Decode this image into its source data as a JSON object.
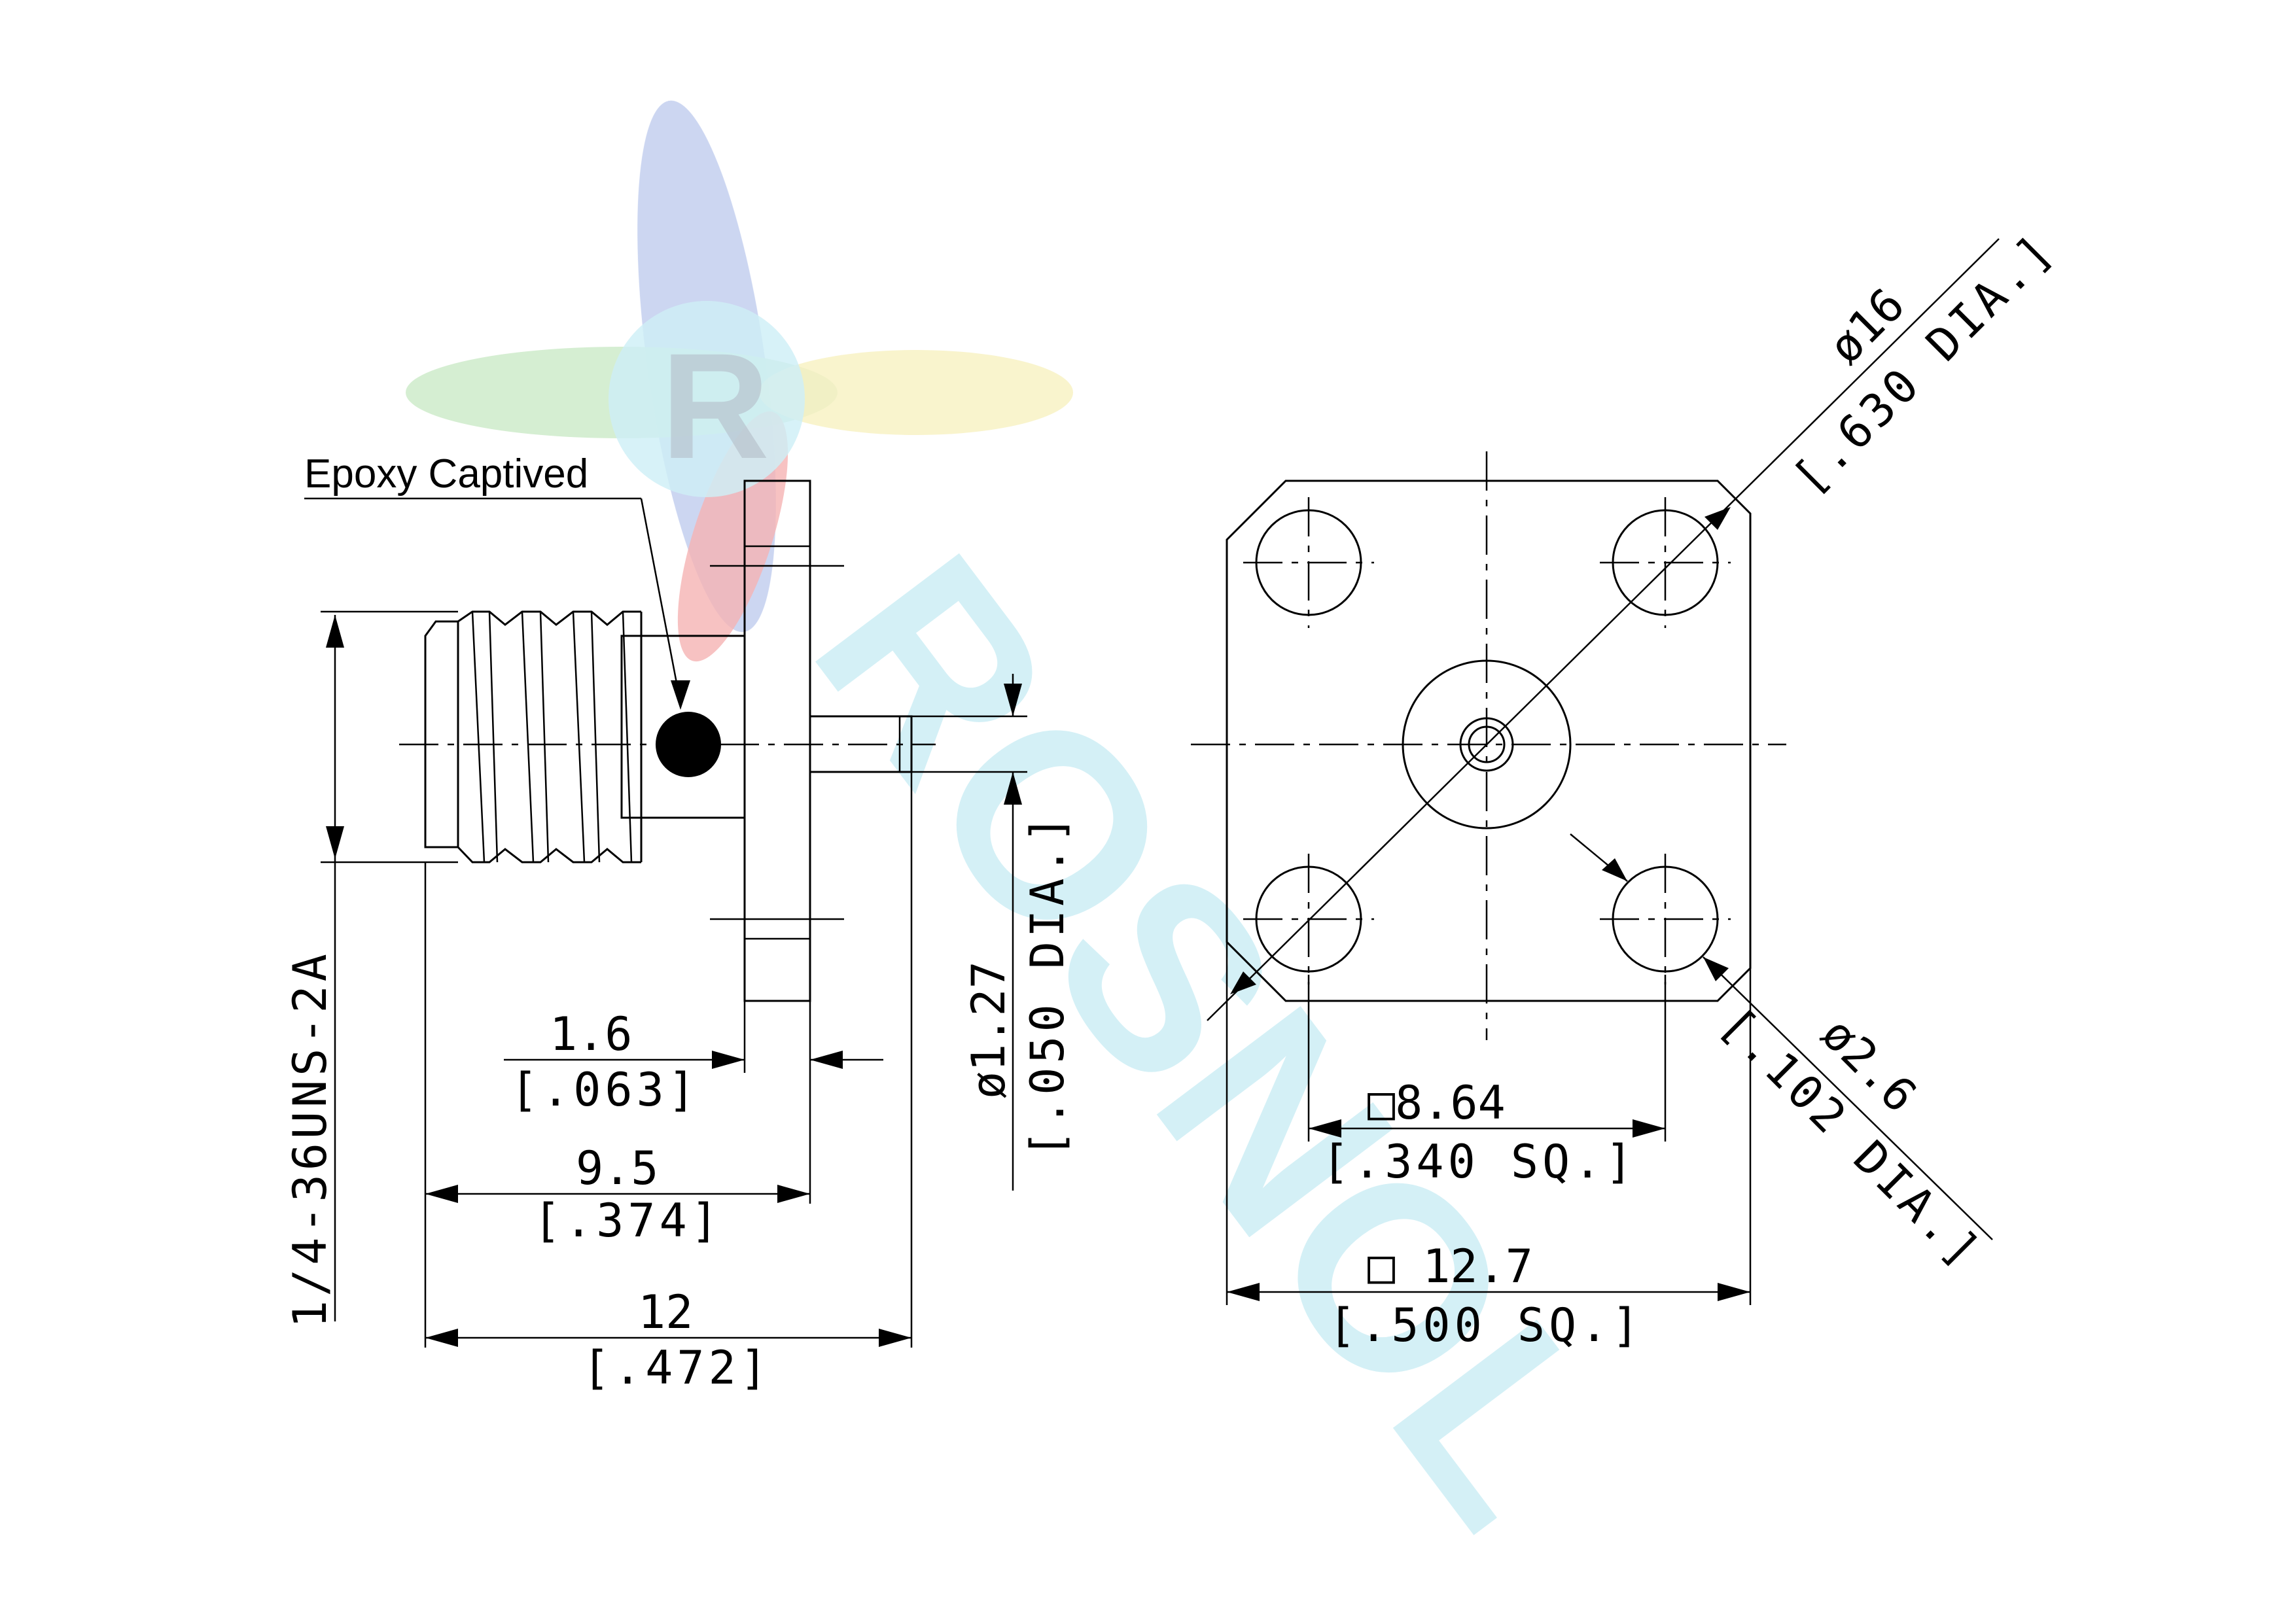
{
  "watermark": {
    "logo_letter": "R",
    "brand_text": "ROSNOL",
    "colors": {
      "blue": "#aabbe8",
      "red": "#f29a9a",
      "green": "#b9e3b4",
      "yellow": "#f5edb0",
      "cyan": "#bfeaf3"
    }
  },
  "side_view": {
    "callout": "Epoxy Captived",
    "thread_spec": "1/4-36UNS-2A",
    "dim_flange": {
      "metric": "1.6",
      "imperial": "[.063]"
    },
    "dim_body": {
      "metric": "9.5",
      "imperial": "[.374]"
    },
    "dim_overall": {
      "metric": "12",
      "imperial": "[.472]"
    },
    "dim_pin": {
      "metric": "ø1.27",
      "imperial": "[.050 DIA.]"
    }
  },
  "front_view": {
    "dim_hole_spacing": {
      "metric": "□8.64",
      "imperial": "[.340 SQ.]"
    },
    "dim_flange_square": {
      "metric": "□ 12.7",
      "imperial": "[.500 SQ.]"
    },
    "dim_diagonal": {
      "metric": "ø16",
      "imperial": "[.630 DIA.]"
    },
    "dim_mount_hole": {
      "metric": "ø2.6",
      "imperial": "[.102 DIA.]"
    }
  }
}
